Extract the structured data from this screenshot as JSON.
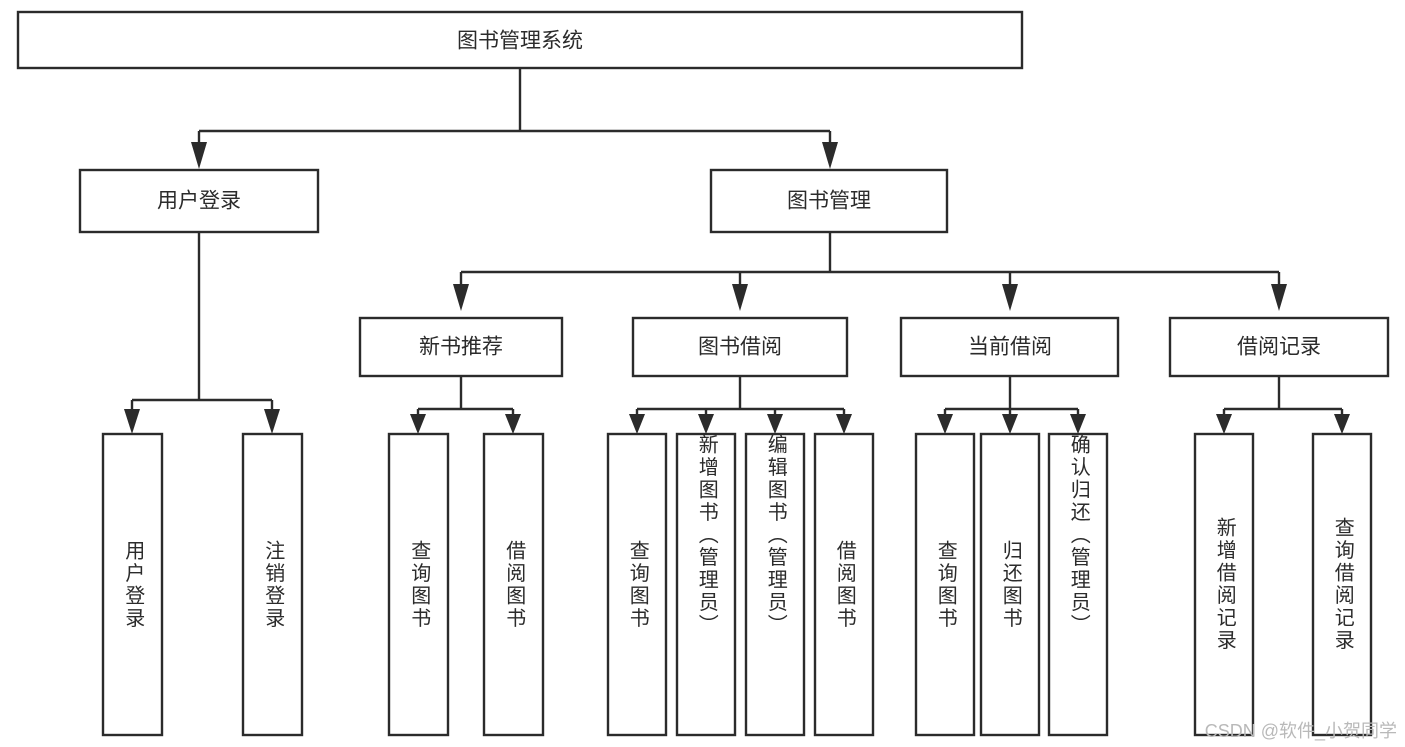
{
  "diagram": {
    "title": "图书管理系统",
    "type": "hierarchy-tree",
    "watermark": "CSDN @软件_小贺同学",
    "colors": {
      "stroke": "#2b2b2b",
      "fill": "#ffffff",
      "text": "#2b2b2b",
      "watermark": "#b9b9b9",
      "background": "#ffffff"
    },
    "root": {
      "label": "图书管理系统"
    },
    "level2": [
      {
        "label": "用户登录"
      },
      {
        "label": "图书管理"
      }
    ],
    "level3": [
      {
        "label": "新书推荐"
      },
      {
        "label": "图书借阅"
      },
      {
        "label": "当前借阅"
      },
      {
        "label": "借阅记录"
      }
    ],
    "leaves": {
      "user_login": [
        {
          "label": "用户登录"
        },
        {
          "label": "注销登录"
        }
      ],
      "new_book_recommend": [
        {
          "label": "查询图书"
        },
        {
          "label": "借阅图书"
        }
      ],
      "book_borrow": [
        {
          "label": "查询图书"
        },
        {
          "label": "新增图书（管理员）"
        },
        {
          "label": "编辑图书（管理员）"
        },
        {
          "label": "借阅图书"
        }
      ],
      "current_borrow": [
        {
          "label": "查询图书"
        },
        {
          "label": "归还图书"
        },
        {
          "label": "确认归还（管理员）"
        }
      ],
      "borrow_record": [
        {
          "label": "新增借阅记录"
        },
        {
          "label": "查询借阅记录"
        }
      ]
    }
  }
}
